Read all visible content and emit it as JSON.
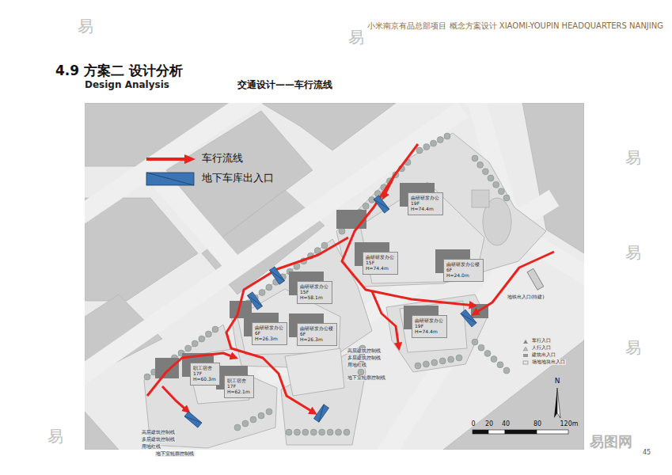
{
  "diagram": {
    "title": "4.9 方案二 设计分析",
    "nodes": [
      {
        "text": [
          "由研研发办公",
          "19F",
          "H=74.4m"
        ]
      },
      {
        "text": [
          "由研研发办公",
          "15F",
          "H=74.4m"
        ]
      },
      {
        "text": [
          "由研研发办公楼",
          "6F",
          "H=24.0m"
        ]
      },
      {
        "text": [
          "由研研发办公",
          "15F",
          "H=58.1m"
        ]
      },
      {
        "text": [
          "由研研发办公",
          "6F",
          "H=26.3m"
        ]
      },
      {
        "text": [
          "由研研发办公楼",
          "6F",
          "H=26.3m"
        ]
      },
      {
        "text": [
          "由研研发办公",
          "19F",
          "H=74.4m"
        ]
      },
      {
        "text": [
          "职工宿舍",
          "17F",
          "H=60.3m"
        ]
      },
      {
        "text": [
          "职工宿舍",
          "17F",
          "H=62.1m"
        ]
      }
    ],
    "labels": [
      "小米南京有品总部项目 概念方案设计 XIAOMI-YOUPIN HEADQUARTERS NANJING",
      "Design Analysis",
      "交通设计——车行流线",
      "N",
      "0",
      "20",
      "40",
      "80",
      "120m",
      "45",
      "车行入口",
      "人行入口",
      "建筑出入口",
      "场地地块出入口",
      "高层建筑控制线",
      "多层建筑控制线",
      "用地红线",
      "地下室轮廓控制线",
      "高层建筑控制线",
      "多层建筑控制线",
      "用地红线",
      "地下室轮廓控制线",
      "地铁出入口(待建)",
      "易",
      "易",
      "易",
      "易",
      "易",
      "易",
      "易图网"
    ],
    "legend": [
      {
        "text": "车行流线"
      },
      {
        "text": "地下车库出入口",
        "color": "#3b74b4"
      }
    ]
  }
}
